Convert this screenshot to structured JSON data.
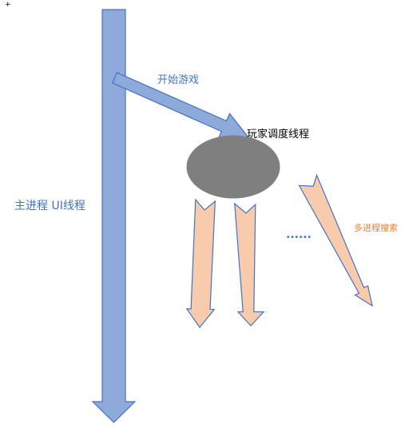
{
  "labels": {
    "main_thread": "主进程 UI线程",
    "start_game": "开始游戏",
    "player_thread": "玩家调度线程",
    "ellipsis": "......",
    "multi_search": "多进程搜索",
    "corner_mark": "+"
  },
  "colors": {
    "blue_fill": "#8eaadb",
    "blue_stroke": "#4472c4",
    "blue_text": "#4472c4",
    "gray_fill": "#7f7f7f",
    "orange_fill": "#f8cbad",
    "orange_stroke": "#4472c4",
    "orange_text": "#ed7d31",
    "black_text": "#000000"
  }
}
